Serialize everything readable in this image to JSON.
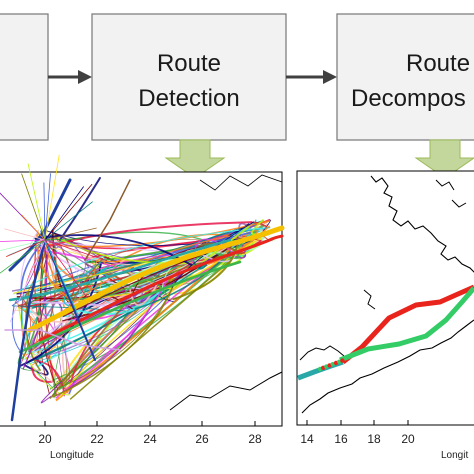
{
  "flow": {
    "box2_line1": "Route",
    "box2_line2": "Detection",
    "box3_line1": "Route",
    "box3_line2": "Decompos"
  },
  "left_plot": {
    "xlabel": "Longitude",
    "xticks": [
      "20",
      "22",
      "24",
      "26",
      "28"
    ]
  },
  "right_plot": {
    "xlabel": "Longit",
    "xticks": [
      "14",
      "16",
      "18",
      "20"
    ]
  },
  "colors": {
    "box_fill": "#f2f2f2",
    "box_border": "#7f7f7f",
    "arrow_dark": "#404040",
    "down_arrow_fill": "#c3d69b",
    "down_arrow_edge": "#9bbb59",
    "route_red": "#e8241c",
    "route_green": "#33cc66",
    "route_teal": "#2aa8a8"
  }
}
